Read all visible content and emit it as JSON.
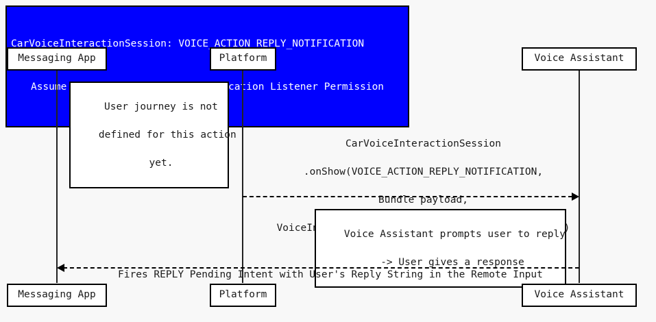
{
  "diagram": {
    "type": "sequence-diagram",
    "background_color": "#f8f8f8",
    "title": {
      "line1": "CarVoiceInteractionSession: VOICE_ACTION_REPLY_NOTIFICATION",
      "line2": "Assume Voice Assistant has Notification Listener Permission",
      "background_color": "#0000ff",
      "text_color": "#ffffff",
      "border_color": "#000000"
    },
    "participants": [
      {
        "id": "messaging-app",
        "label": "Messaging App"
      },
      {
        "id": "platform",
        "label": "Platform"
      },
      {
        "id": "voice-assistant",
        "label": "Voice Assistant"
      }
    ],
    "notes": [
      {
        "id": "note-user-journey",
        "line1": "User journey is not",
        "line2": "defined for this action",
        "line3": "yet."
      },
      {
        "id": "note-voice-prompt",
        "line1": "Voice Assistant prompts user to reply",
        "line2": "-> User gives a response"
      }
    ],
    "messages": [
      {
        "id": "message-onshow",
        "from": "platform",
        "to": "voice-assistant",
        "direction": "right",
        "style": "dashed",
        "line1": "CarVoiceInteractionSession",
        "line2": ".onShow(VOICE_ACTION_REPLY_NOTIFICATION,",
        "line3": "Bundle payload,",
        "line4": "VoiceInteractionSession.SHOW_SOURCE_NOTIFICATION)"
      },
      {
        "id": "message-reply-intent",
        "from": "voice-assistant",
        "to": "messaging-app",
        "direction": "left",
        "style": "dashed",
        "line1": "Fires REPLY Pending Intent with User's Reply String in the Remote Input"
      }
    ]
  }
}
